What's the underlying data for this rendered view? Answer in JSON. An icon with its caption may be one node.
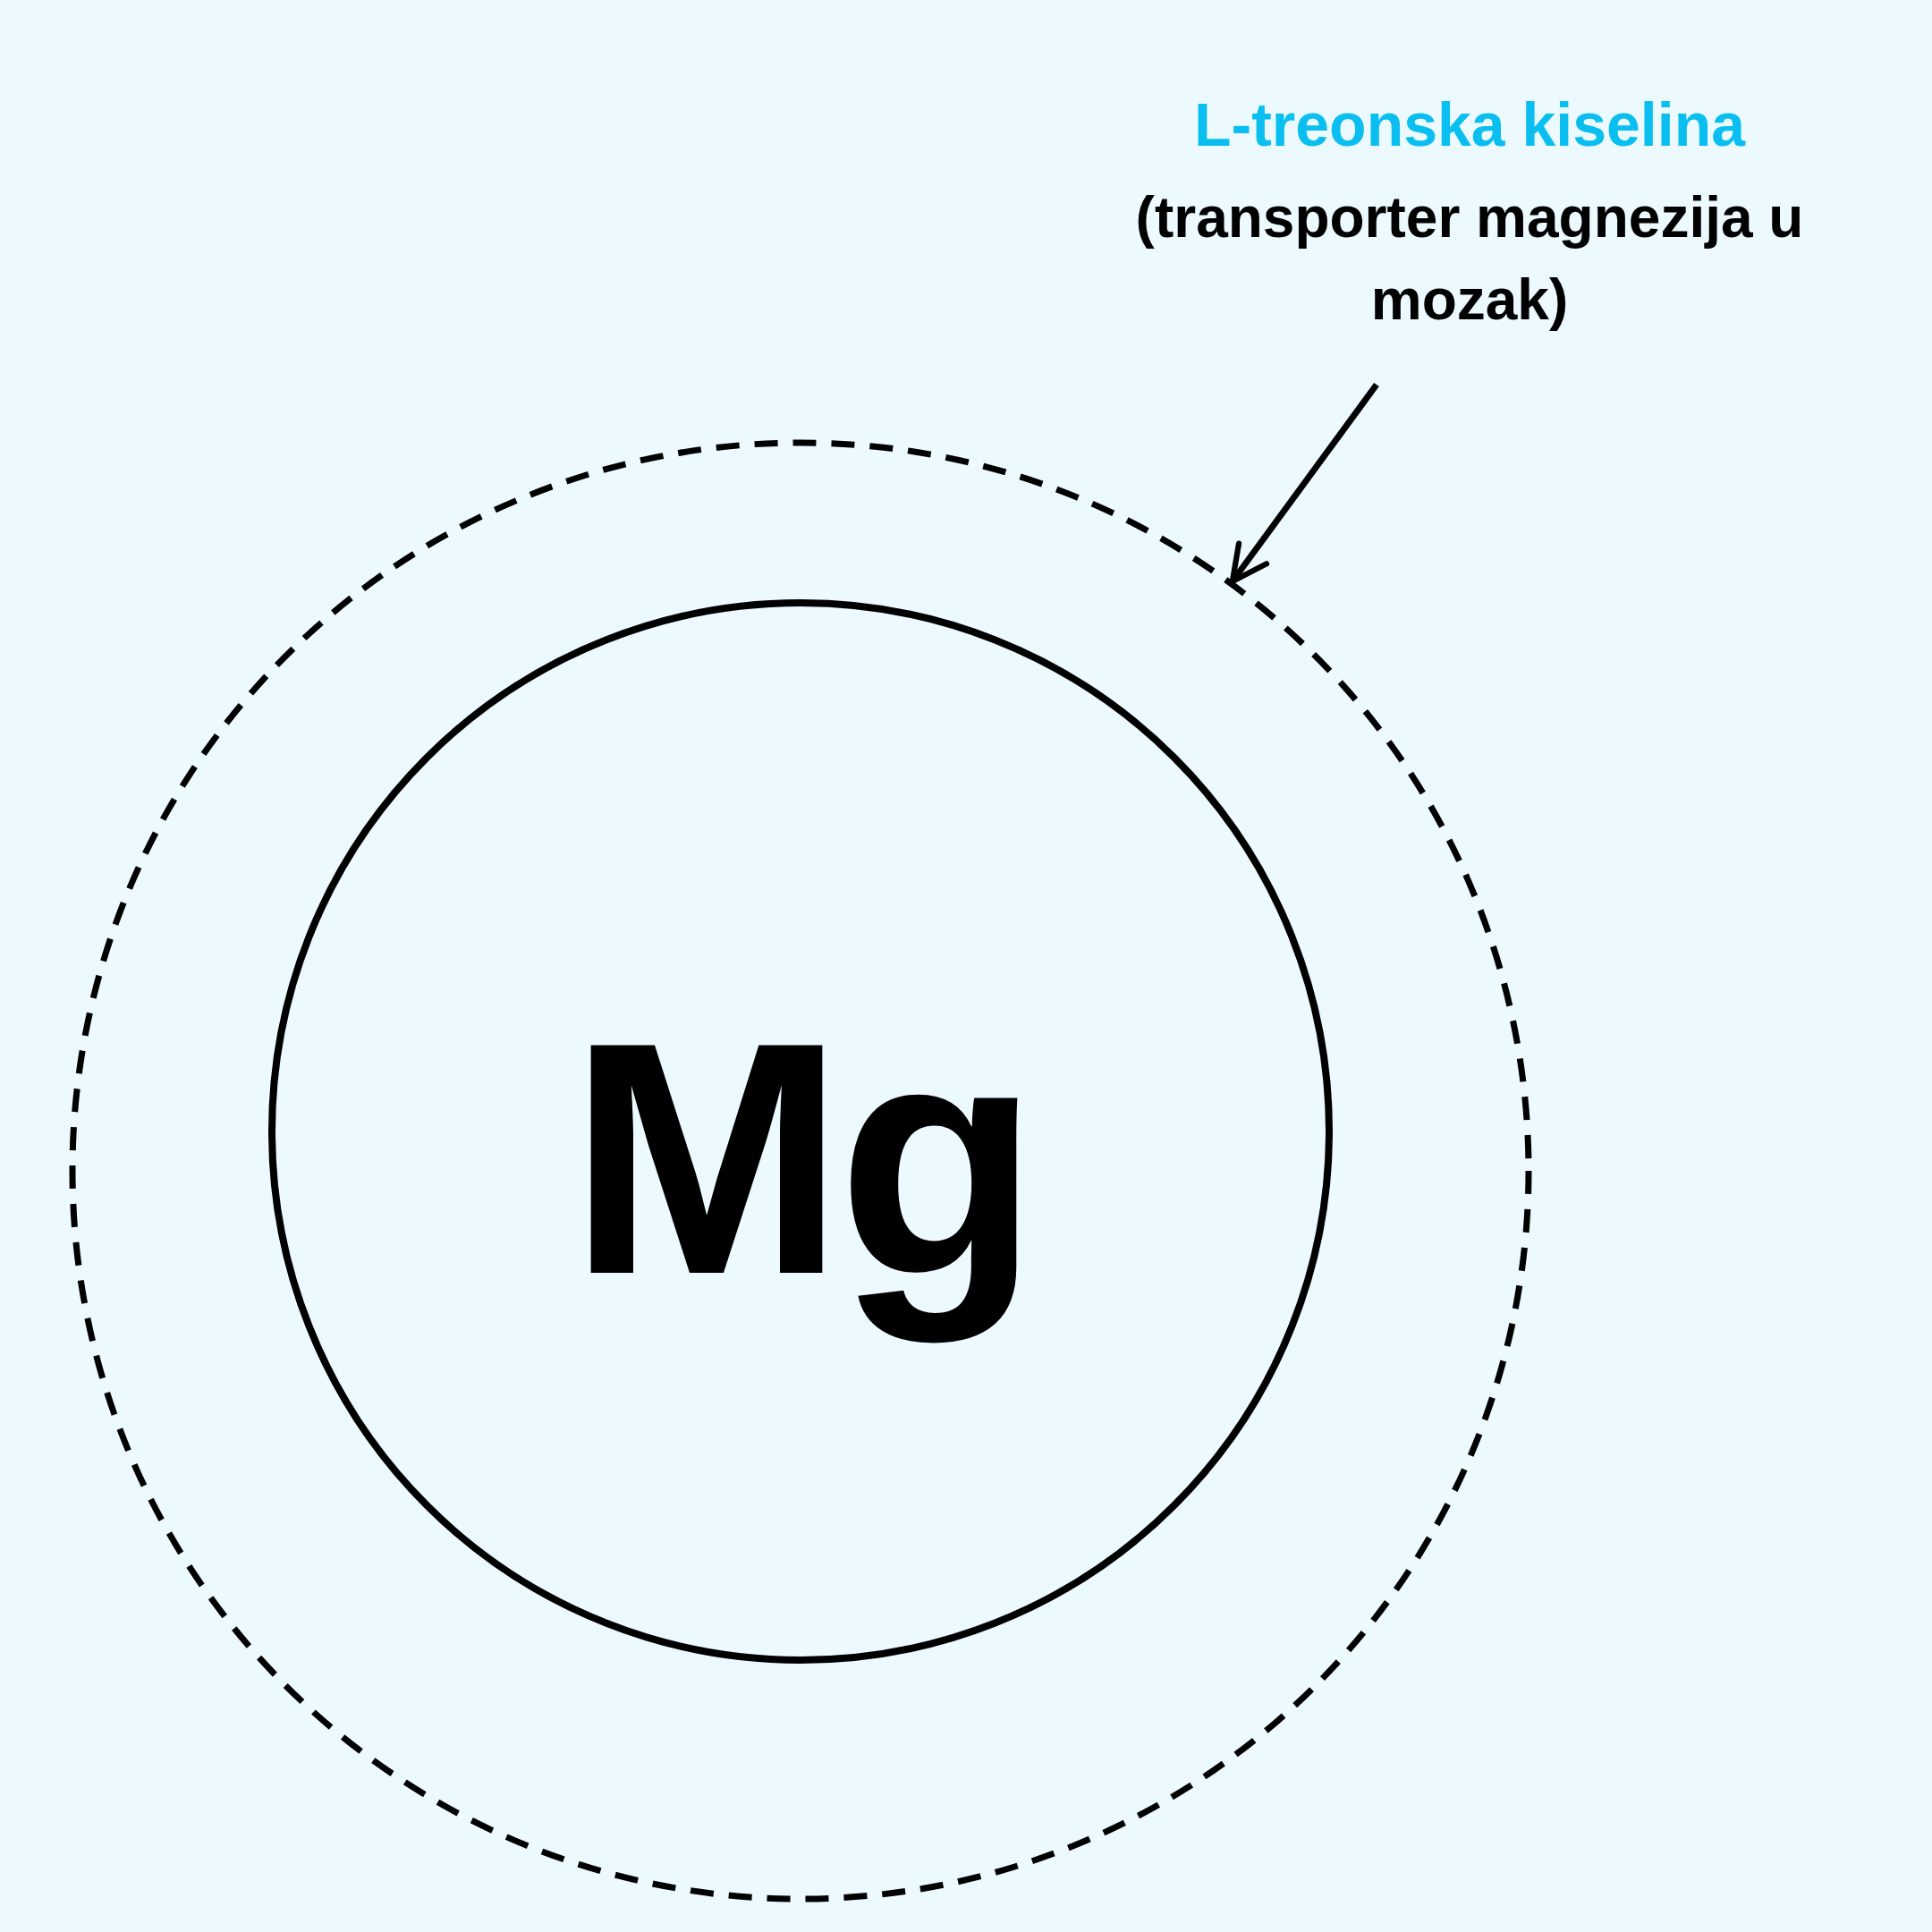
{
  "diagram": {
    "nodes": [
      {
        "text": [
          "L-treonska kiselina",
          "(transporter magnezija u mozak)"
        ]
      },
      {
        "text": [],
        "shape": "circle"
      },
      {
        "text": [
          "Mg"
        ],
        "in": 1
      }
    ],
    "edges": [
      {
        "from": 0,
        "to": 1,
        "arrow": "to"
      }
    ]
  }
}
